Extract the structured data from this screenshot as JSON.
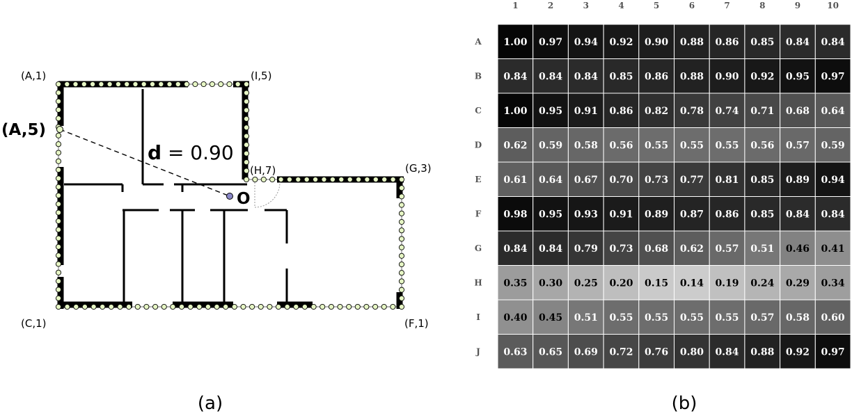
{
  "panel_a": {
    "caption": "(a)",
    "corner_labels": {
      "a1": "(A,1)",
      "i5": "(I,5)",
      "a5": "(A,5)",
      "h7": "(H,7)",
      "g3": "(G,3)",
      "c1": "(C,1)",
      "f1": "(F,1)"
    },
    "origin_label": "O",
    "distance_symbol": "d",
    "distance_text": " = 0.90"
  },
  "panel_b": {
    "caption": "(b)"
  },
  "chart_data": {
    "type": "heatmap",
    "columns": [
      "1",
      "2",
      "3",
      "4",
      "5",
      "6",
      "7",
      "8",
      "9",
      "10"
    ],
    "rows": [
      "A",
      "B",
      "C",
      "D",
      "E",
      "F",
      "G",
      "H",
      "I",
      "J"
    ],
    "values": [
      [
        "1.00",
        "0.97",
        "0.94",
        "0.92",
        "0.90",
        "0.88",
        "0.86",
        "0.85",
        "0.84",
        "0.84"
      ],
      [
        "0.84",
        "0.84",
        "0.84",
        "0.85",
        "0.86",
        "0.88",
        "0.90",
        "0.92",
        "0.95",
        "0.97"
      ],
      [
        "1.00",
        "0.95",
        "0.91",
        "0.86",
        "0.82",
        "0.78",
        "0.74",
        "0.71",
        "0.68",
        "0.64"
      ],
      [
        "0.62",
        "0.59",
        "0.58",
        "0.56",
        "0.55",
        "0.55",
        "0.55",
        "0.56",
        "0.57",
        "0.59"
      ],
      [
        "0.61",
        "0.64",
        "0.67",
        "0.70",
        "0.73",
        "0.77",
        "0.81",
        "0.85",
        "0.89",
        "0.94"
      ],
      [
        "0.98",
        "0.95",
        "0.93",
        "0.91",
        "0.89",
        "0.87",
        "0.86",
        "0.85",
        "0.84",
        "0.84"
      ],
      [
        "0.84",
        "0.84",
        "0.79",
        "0.73",
        "0.68",
        "0.62",
        "0.57",
        "0.51",
        "0.46",
        "0.41"
      ],
      [
        "0.35",
        "0.30",
        "0.25",
        "0.20",
        "0.15",
        "0.14",
        "0.19",
        "0.24",
        "0.29",
        "0.34"
      ],
      [
        "0.40",
        "0.45",
        "0.51",
        "0.55",
        "0.55",
        "0.55",
        "0.55",
        "0.57",
        "0.58",
        "0.60"
      ],
      [
        "0.63",
        "0.65",
        "0.69",
        "0.72",
        "0.76",
        "0.80",
        "0.84",
        "0.88",
        "0.92",
        "0.97"
      ]
    ],
    "colormap": "grayscale, higher value = darker",
    "grid": true
  }
}
